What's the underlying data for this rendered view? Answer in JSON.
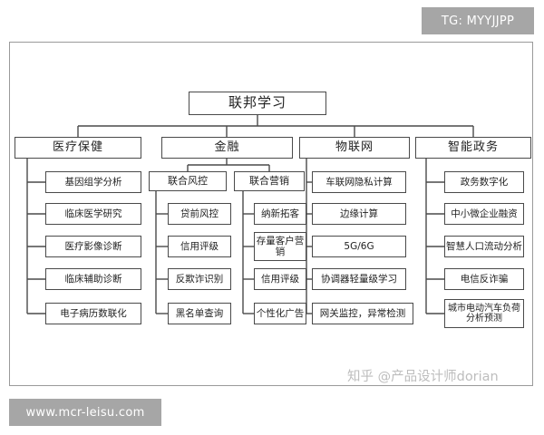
{
  "badges": {
    "top_right": "TG: MYYJJPP",
    "bottom_left": "www.mcr-leisu.com"
  },
  "watermark": "知乎 @产品设计师dorian",
  "diagram": {
    "root": "联邦学习",
    "categories": [
      {
        "label": "医疗保健",
        "items": [
          "基因组学分析",
          "临床医学研究",
          "医疗影像诊断",
          "临床辅助诊断",
          "电子病历数联化"
        ]
      },
      {
        "label": "金融",
        "subgroups": [
          {
            "label": "联合风控",
            "items": [
              "贷前风控",
              "信用评级",
              "反欺诈识别",
              "黑名单查询"
            ]
          },
          {
            "label": "联合营销",
            "items": [
              "纳新拓客",
              "存量客户营销",
              "信用评级",
              "个性化广告"
            ]
          }
        ]
      },
      {
        "label": "物联网",
        "items": [
          "车联网隐私计算",
          "边缘计算",
          "5G/6G",
          "协调器轻量级学习",
          "网关监控，异常检测"
        ]
      },
      {
        "label": "智能政务",
        "items": [
          "政务数字化",
          "中小微企业融资",
          "智慧人口流动分析",
          "电信反诈骗",
          "城市电动汽车负荷分析预测"
        ]
      }
    ]
  }
}
